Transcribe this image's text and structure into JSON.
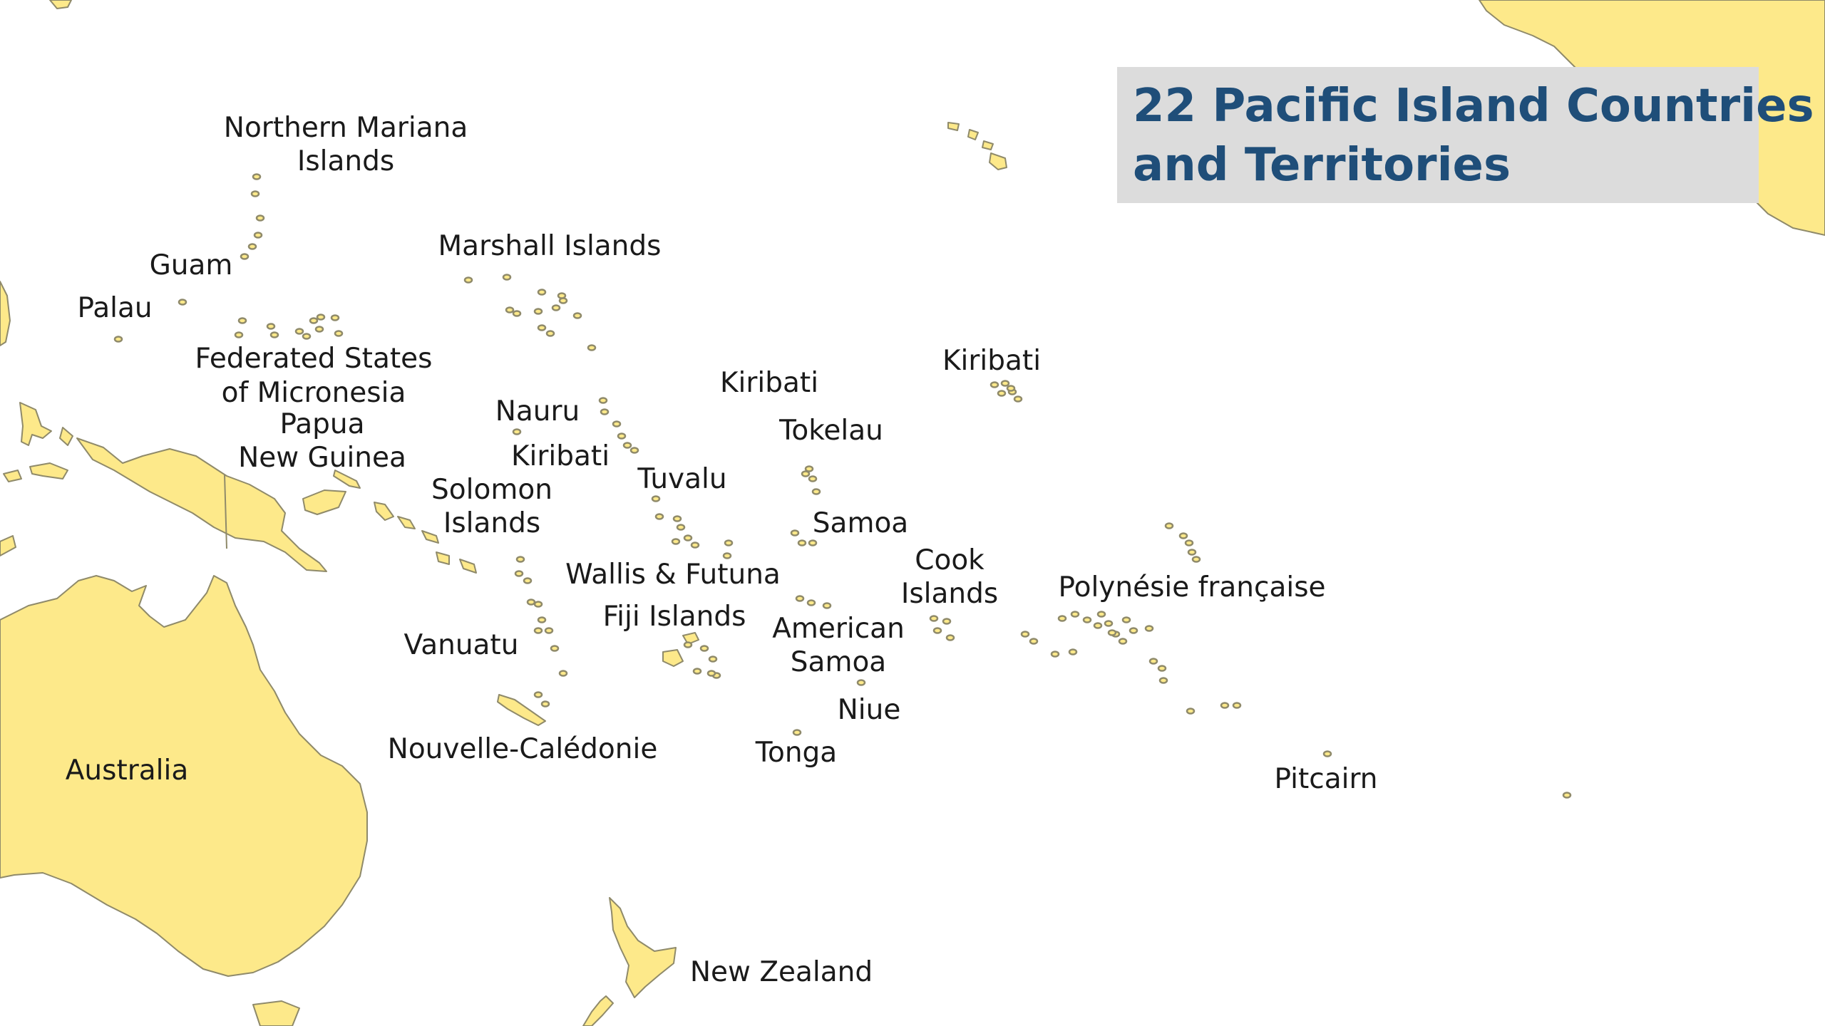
{
  "colors": {
    "land": "#fde98a",
    "border": "#8f8a6a",
    "title_text": "#1f4e79",
    "title_box": "#dcdcdc"
  },
  "title": {
    "line1": "22 Pacific Island Countries",
    "line2": "and Territories"
  },
  "labels": {
    "northern_mariana_1": "Northern Mariana",
    "northern_mariana_2": "Islands",
    "guam": "Guam",
    "palau": "Palau",
    "marshall_islands": "Marshall Islands",
    "fsm_1": "Federated States",
    "fsm_2": "of Micronesia",
    "png_1": "Papua",
    "png_2": "New Guinea",
    "nauru": "Nauru",
    "kiribati_west": "Kiribati",
    "kiribati_central": "Kiribati",
    "kiribati_east": "Kiribati",
    "tokelau": "Tokelau",
    "solomon_1": "Solomon",
    "solomon_2": "Islands",
    "tuvalu": "Tuvalu",
    "samoa": "Samoa",
    "wallis_futuna": "Wallis & Futuna",
    "cook_1": "Cook",
    "cook_2": "Islands",
    "polynesie": "Polynésie française",
    "fiji": "Fiji Islands",
    "american_samoa_1": "American",
    "american_samoa_2": "Samoa",
    "vanuatu": "Vanuatu",
    "niue": "Niue",
    "nouvelle_caledonie": "Nouvelle-Calédonie",
    "tonga": "Tonga",
    "australia": "Australia",
    "pitcairn": "Pitcairn",
    "new_zealand": "New Zealand"
  }
}
